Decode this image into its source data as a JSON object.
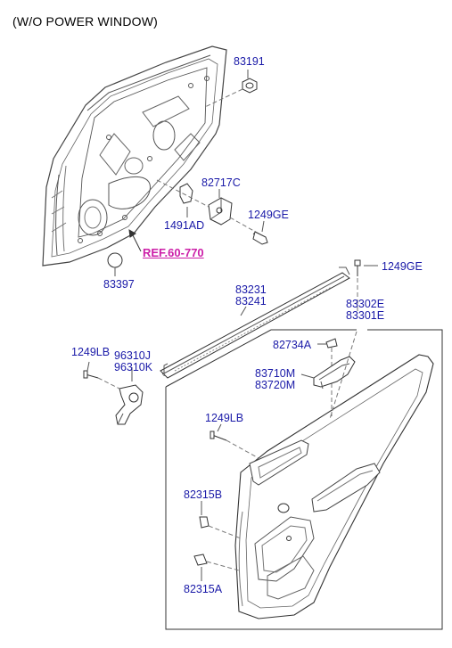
{
  "title": "(W/O POWER WINDOW)",
  "labels": {
    "p83191": "83191",
    "p82717C": "82717C",
    "p1491AD": "1491AD",
    "p1249GE_a": "1249GE",
    "p1249GE_b": "1249GE",
    "ref": "REF.60-770",
    "p83397": "83397",
    "p83231": "83231",
    "p83241": "83241",
    "p83302E": "83302E",
    "p83301E": "83301E",
    "p82734A": "82734A",
    "p1249LB_a": "1249LB",
    "p96310J": "96310J",
    "p96310K": "96310K",
    "p83710M": "83710M",
    "p83720M": "83720M",
    "p1249LB_b": "1249LB",
    "p82315B": "82315B",
    "p82315A": "82315A"
  },
  "colors": {
    "label": "#1a1aa8",
    "reference": "#cc1fa8",
    "linework": "#333333"
  }
}
